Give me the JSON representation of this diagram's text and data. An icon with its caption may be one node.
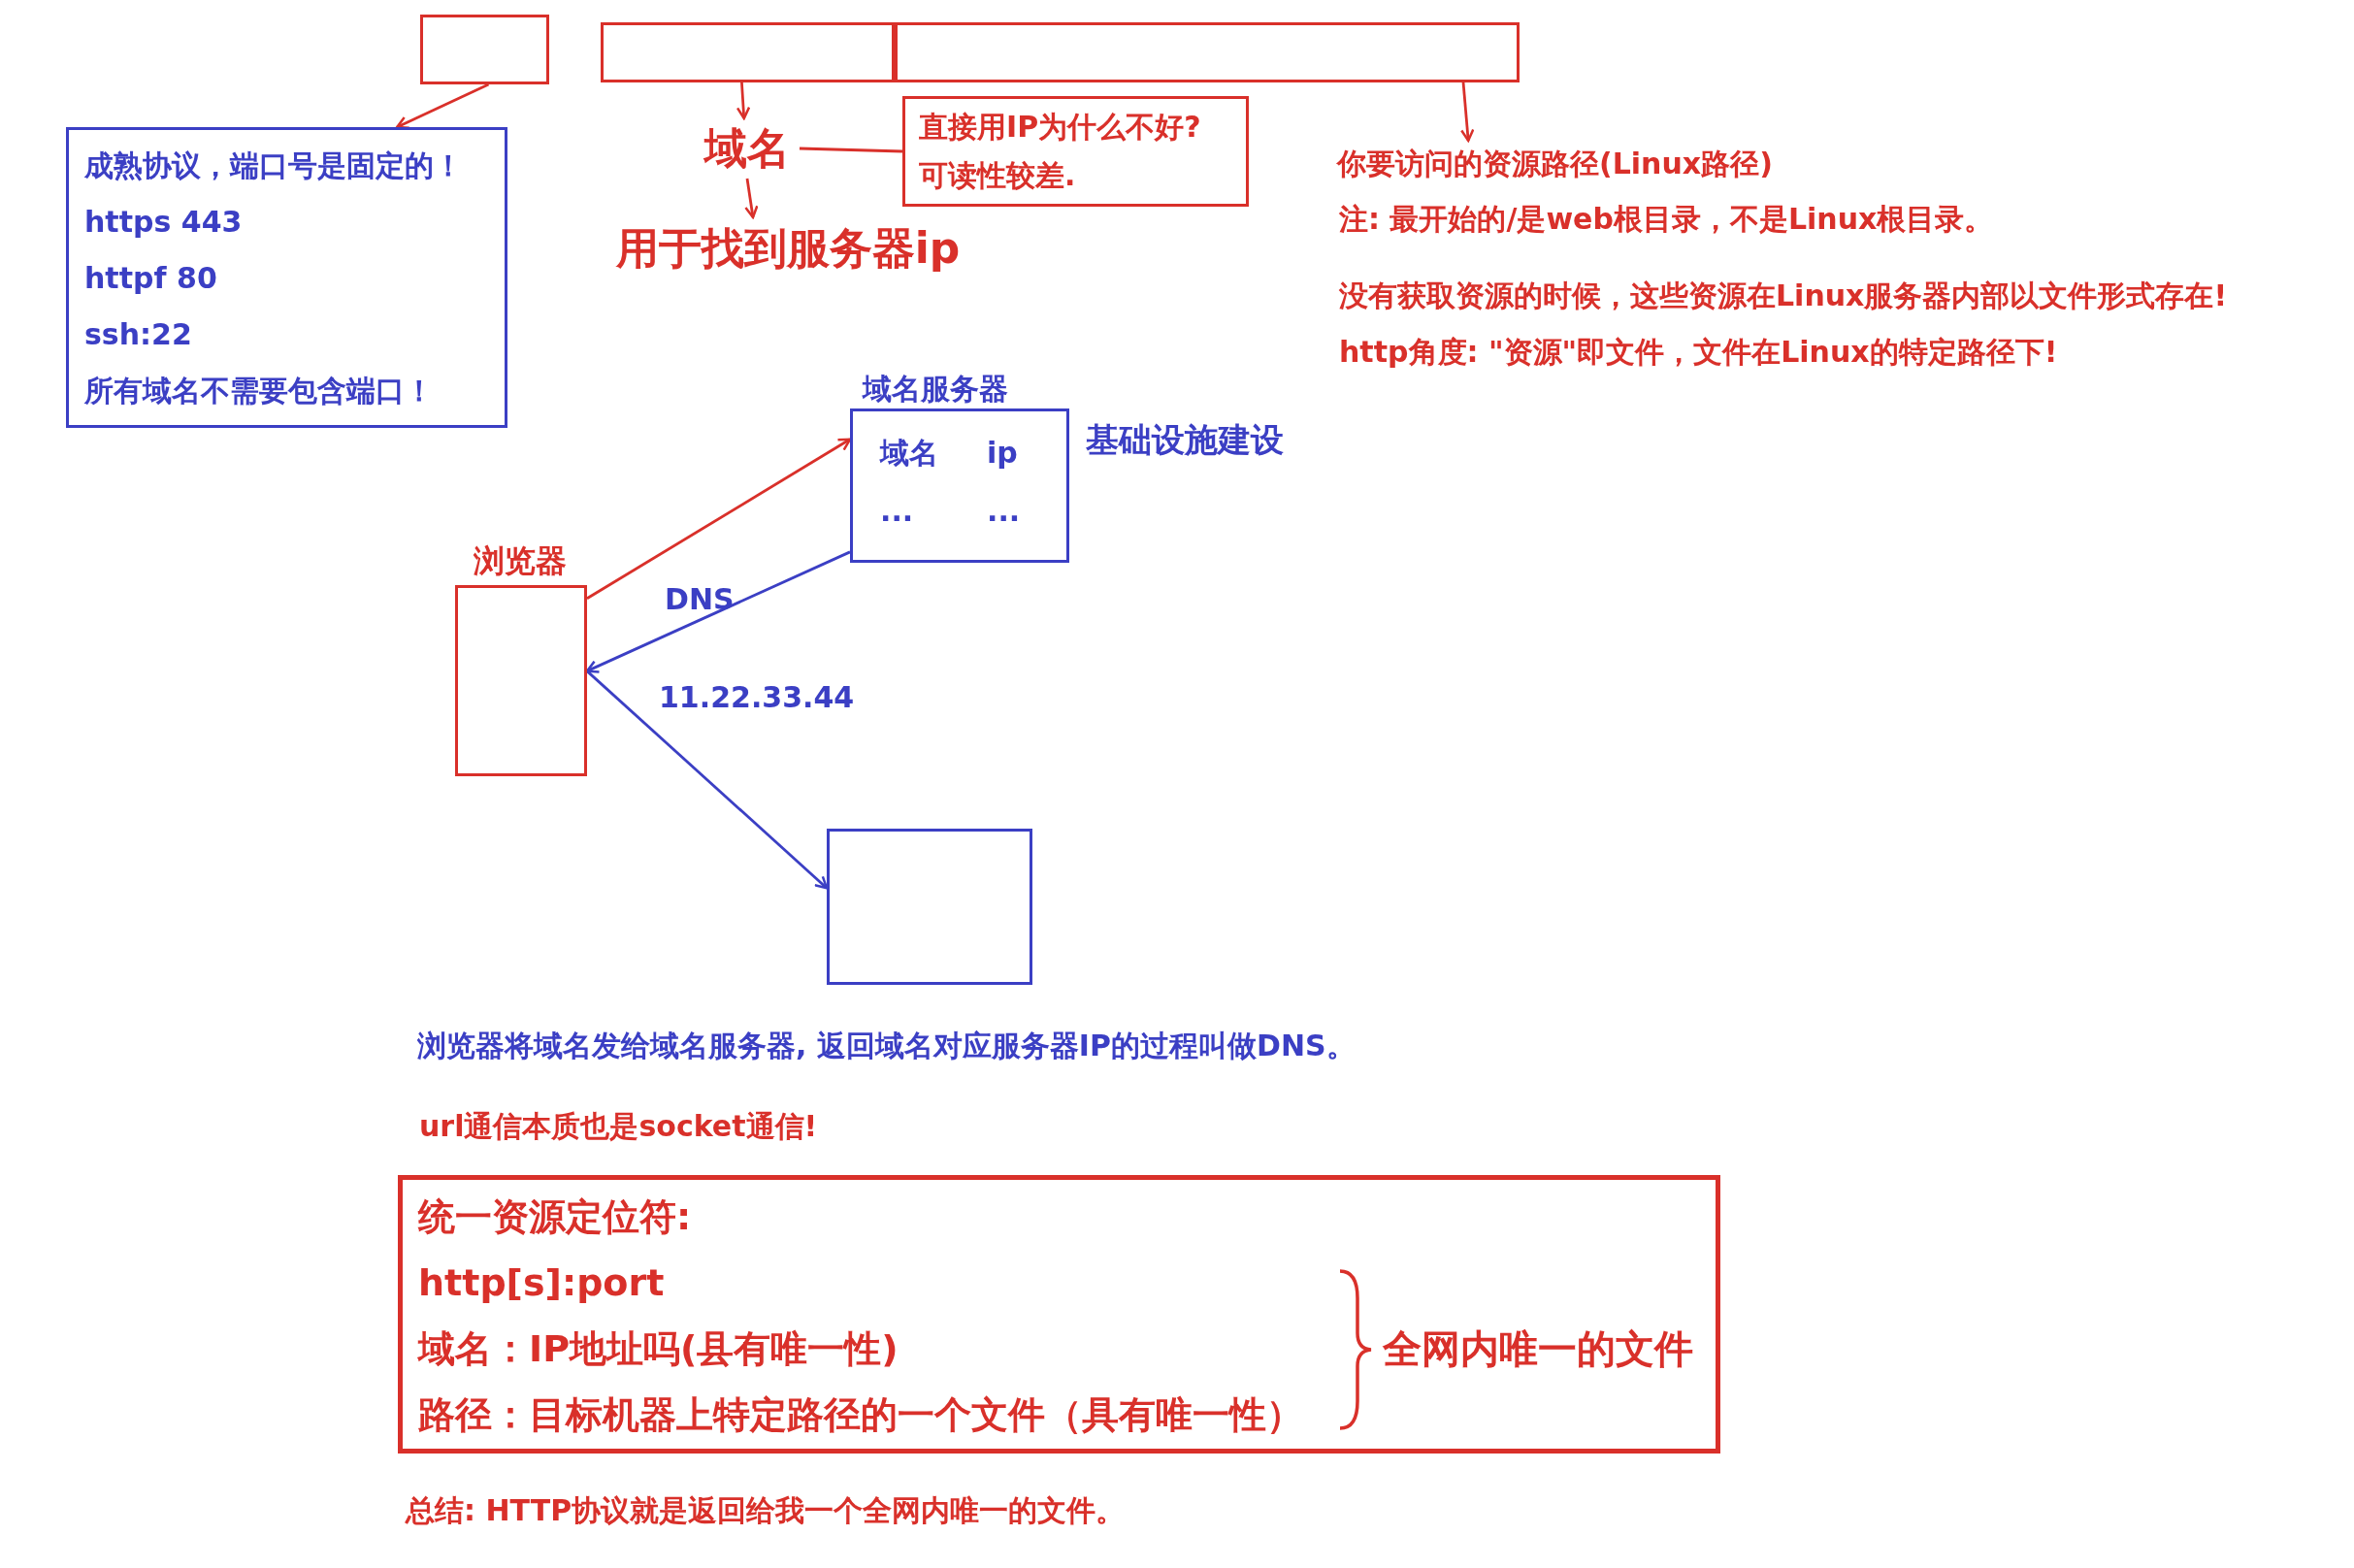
{
  "diagram": {
    "nodes": [
      {
        "text": [],
        "shape": "box"
      },
      {
        "text": [],
        "shape": "box"
      },
      {
        "text": [],
        "shape": "box"
      },
      {
        "text": [
          "成熟协议，端口号是固定的！",
          "https 443",
          "httpf 80",
          "ssh:22",
          "所有域名不需要包含端口！"
        ]
      },
      {
        "text": [
          "域名"
        ]
      },
      {
        "text": [
          "直接用IP为什么不好?",
          "可读性较差."
        ]
      },
      {
        "text": [
          "用于找到服务器ip"
        ]
      },
      {
        "text": [
          "你要访问的资源路径(Linux路径)"
        ]
      },
      {
        "text": [
          "域名服务器",
          "域名",
          "ip",
          "...",
          "..."
        ],
        "beside": [
          "基础设施建设"
        ]
      },
      {
        "text": [
          "浏览器"
        ]
      },
      {
        "text": [],
        "shape": "box"
      },
      {
        "text": [
          "统一资源定位符:",
          "http[s]:port",
          "域名：IP地址吗(县有唯一性)",
          "路径：目标机器上特定路径的一个文件（具有唯一性）",
          "全网内唯一的文件"
        ]
      }
    ],
    "edges": [
      {
        "from": 0,
        "to": 3,
        "arrow": "to"
      },
      {
        "from": 1,
        "to": 4,
        "arrow": "to"
      },
      {
        "from": 4,
        "to": 5,
        "arrow": "none"
      },
      {
        "from": 4,
        "to": 6,
        "arrow": "to"
      },
      {
        "from": 2,
        "to": 7,
        "arrow": "to"
      },
      {
        "from": 9,
        "to": 8,
        "arrow": "to"
      },
      {
        "from": 8,
        "to": 9,
        "arrow": "to",
        "label": "11.22.33.44",
        "color": "#3b3fc4"
      },
      {
        "from": 9,
        "to": 10,
        "arrow": "to",
        "color": "#3b3fc4"
      }
    ],
    "labels": [
      "注: 最开始的/是web根目录，不是Linux根目录。",
      "没有获取资源的时候，这些资源在Linux服务器内部以文件形式存在!",
      "http角度: \"资源\"即文件，文件在Linux的特定路径下!",
      "DNS",
      "浏览器将域名发给域名服务器, 返回域名对应服务器IP的过程叫做DNS。",
      "url通信本质也是socket通信!",
      "总结: HTTP协议就是返回给我一个全网内唯一的文件。"
    ]
  }
}
